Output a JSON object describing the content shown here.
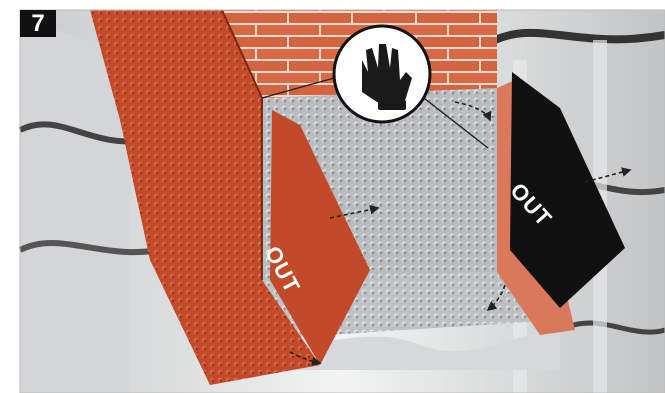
{
  "step_number": "7",
  "out_labels": [
    "OUT",
    "OUT"
  ],
  "icons": {
    "glove": "glove-icon",
    "arrows": "dashed-arrow-icon"
  },
  "colors": {
    "flashing_orange": "#c24a2a",
    "black_cover": "#111111",
    "brick": "#d86a45",
    "mortar": "#f0d9cc",
    "aluminium_grey": "#b8bcbf",
    "roof_tile_grey": "#d9dadb"
  }
}
